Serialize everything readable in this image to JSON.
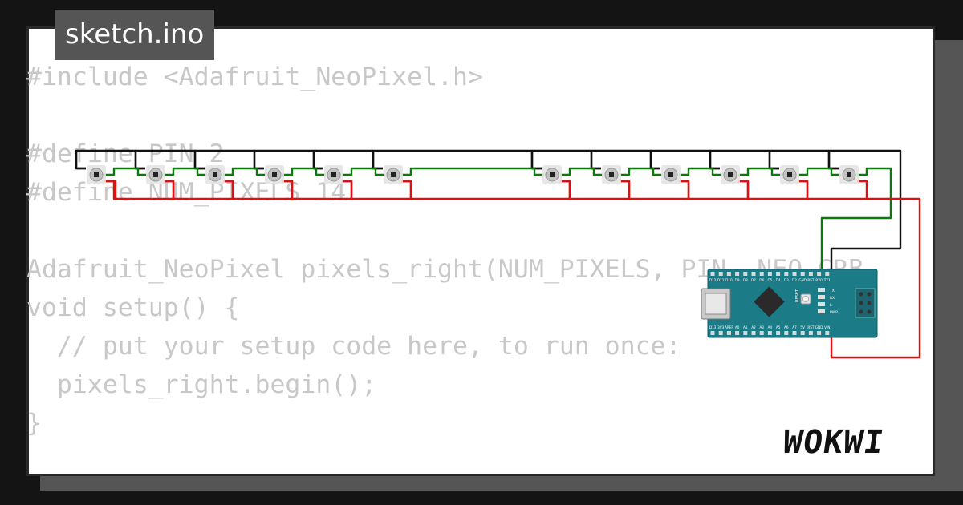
{
  "file_tab": {
    "label": "sketch.ino"
  },
  "code_lines": [
    "#include <Adafruit_NeoPixel.h>",
    "",
    "#define PIN 2",
    "#define NUM_PIXELS 14",
    "",
    "Adafruit_NeoPixel pixels_right(NUM_PIXELS, PIN, NEO_GRB",
    "void setup() {",
    "  // put your setup code here, to run once:",
    "  pixels_right.begin();",
    "}"
  ],
  "brand": {
    "logo": "WOKWI"
  },
  "board": {
    "name": "Arduino Nano",
    "top_pin_labels": [
      "D12",
      "D11",
      "D10",
      "D9",
      "D8",
      "D7",
      "D6",
      "D5",
      "D4",
      "D3",
      "D2",
      "GND",
      "RST",
      "RX0",
      "TX1"
    ],
    "bottom_pin_labels": [
      "D13",
      "3V3",
      "AREF",
      "A0",
      "A1",
      "A2",
      "A3",
      "A4",
      "A5",
      "A6",
      "A7",
      "5V",
      "RST",
      "GND",
      "VIN"
    ],
    "reset_label": "RESET",
    "led_labels": [
      "TX",
      "RX",
      "L",
      "PWR"
    ]
  },
  "neopixel_count": 12,
  "wire_colors": {
    "gnd": "#111111",
    "data": "#0a7a0a",
    "vcc": "#e01010"
  },
  "colors": {
    "background": "#141414",
    "card": "#ffffff",
    "tab": "#555555",
    "code_text": "#c8c8c8",
    "board_pcb": "#1b7b87"
  }
}
